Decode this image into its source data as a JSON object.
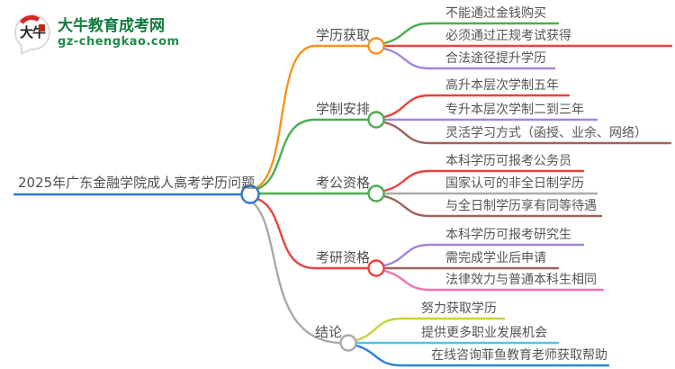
{
  "logo": {
    "title": "大牛教育成考网",
    "domain": "gz-chengkao.com",
    "icon_text": "大牛",
    "brand_color": "#117A3D",
    "accent_red": "#D5281E"
  },
  "root": {
    "label": "2025年广东金融学院成人高考学历问题",
    "color": "#2E7AC8"
  },
  "text_color": "#555555",
  "branches": [
    {
      "label": "学历获取",
      "color": "#F7941D",
      "children": [
        {
          "label": "不能通过金钱购买",
          "color": "#4BAE50"
        },
        {
          "label": "必须通过正规考试获得",
          "color": "#E8433F"
        },
        {
          "label": "合法途径提升学历",
          "color": "#A284DB"
        }
      ]
    },
    {
      "label": "学制安排",
      "color": "#4BAE50",
      "children": [
        {
          "label": "高升本层次学制五年",
          "color": "#E8433F"
        },
        {
          "label": "专升本层次学制二到三年",
          "color": "#A284DB"
        },
        {
          "label": "灵活学习方式（函授、业余、网络）",
          "color": "#9E625C"
        }
      ]
    },
    {
      "label": "考公资格",
      "color": "#4BAE50",
      "children": [
        {
          "label": "本科学历可报考公务员",
          "color": "#E8433F"
        },
        {
          "label": "国家认可的非全日制学历",
          "color": "#ABABAB"
        },
        {
          "label": "与全日制学历享有同等待遇",
          "color": "#9E625C"
        }
      ]
    },
    {
      "label": "考研资格",
      "color": "#E8433F",
      "children": [
        {
          "label": "本科学历可报考研究生",
          "color": "#A284DB"
        },
        {
          "label": "需完成学业后申请",
          "color": "#9E625C"
        },
        {
          "label": "法律效力与普通本科生相同",
          "color": "#F173B4"
        }
      ]
    },
    {
      "label": "结论",
      "color": "#A9A9A9",
      "children": [
        {
          "label": "努力获取学历",
          "color": "#C9D23C"
        },
        {
          "label": "提供更多职业发展机会",
          "color": "#47C9EA"
        },
        {
          "label": "在线咨询菲鱼教育老师获取帮助",
          "color": "#2B80D5"
        }
      ]
    }
  ]
}
